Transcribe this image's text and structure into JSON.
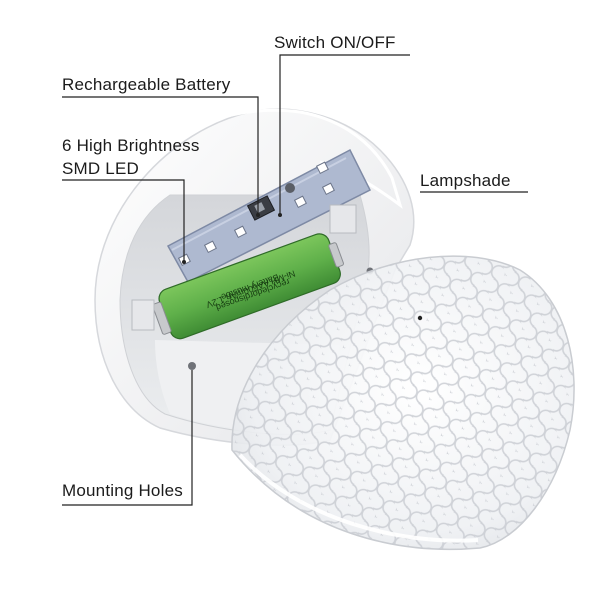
{
  "labels": {
    "switch": "Switch ON/OFF",
    "battery": "Rechargeable Battery",
    "led_line1": "6 High Brightness",
    "led_line2": "SMD LED",
    "lampshade": "Lampshade",
    "mounting": "Mounting Holes"
  },
  "battery_print": {
    "line1": "Ni-MH AA600mAh 1.2V",
    "line2": "Battery mustbe",
    "line3": "recycledordisposed"
  },
  "colors": {
    "body": "#f3f3f4",
    "cavity": "#e3e4e7",
    "pcb": "#aeb9d0",
    "battery": "#5fb04a",
    "battery_dark": "#3d8a33",
    "leader": "#222222",
    "text": "#1b1b1b"
  },
  "led_count": 6
}
